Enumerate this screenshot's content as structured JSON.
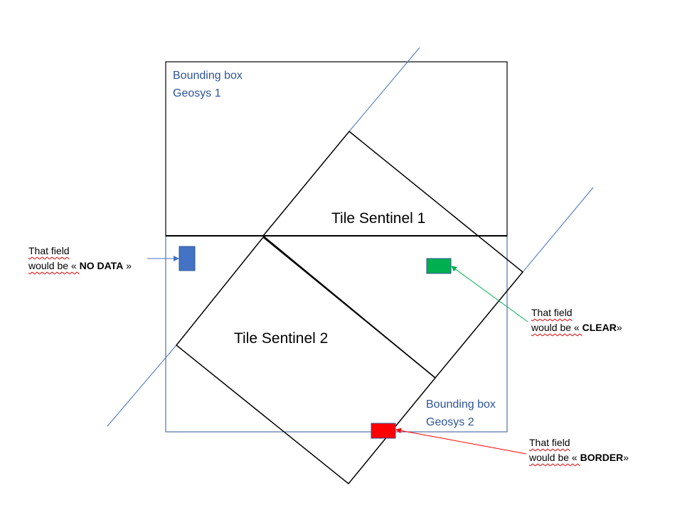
{
  "bounding_boxes": {
    "geosys1": {
      "line1": "Bounding box",
      "line2": "Geosys 1"
    },
    "geosys2": {
      "line1": "Bounding box",
      "line2": "Geosys 2"
    }
  },
  "tiles": {
    "sentinel1": {
      "label": "Tile Sentinel 1"
    },
    "sentinel2": {
      "label": "Tile Sentinel 2"
    }
  },
  "annotations": {
    "no_data": {
      "line1": "That field",
      "line2_prefix": "would be « ",
      "value": "NO DATA",
      "line2_suffix": " »"
    },
    "clear": {
      "line1": "That field",
      "line2_prefix": "would be « ",
      "value": "CLEAR",
      "line2_suffix": "»"
    },
    "border": {
      "line1": "That field",
      "line2_prefix": "would be « ",
      "value": "BORDER",
      "line2_suffix": "»"
    }
  },
  "colors": {
    "bbox1_stroke": "#000000",
    "bbox2_stroke": "#2f5597",
    "tile_stroke": "#000000",
    "swath_line": "#4472c4",
    "label_text": "#2f5597",
    "field_no_data": "#4472c4",
    "field_clear": "#00b050",
    "field_border": "#ff0000",
    "arrow_no_data": "#4472c4",
    "arrow_clear": "#00b050",
    "arrow_border": "#ff0000"
  }
}
